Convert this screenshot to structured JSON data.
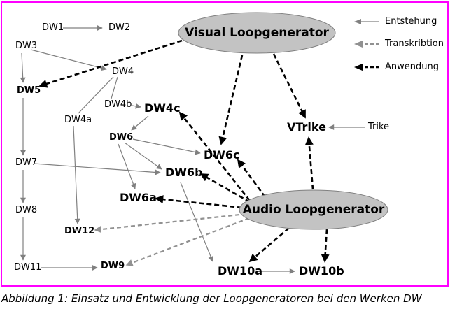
{
  "caption": "Abbildung 1: Einsatz und Entwicklung der Loopgeneratoren bei den Werken DW",
  "legend": {
    "entstehung_label": "Entstehung",
    "transkribtion_label": "Transkribtion",
    "anwendung_label": "Anwendung"
  },
  "generators": {
    "visual_label": "Visual Loopgenerator",
    "audio_label": "Audio Loopgenerator"
  },
  "nodes": {
    "dw1": "DW1",
    "dw2": "DW2",
    "dw3": "DW3",
    "dw4": "DW4",
    "dw5": "DW5",
    "dw4a": "DW4a",
    "dw4b": "DW4b",
    "dw4c": "DW4c",
    "dw6": "DW6",
    "dw6a": "DW6a",
    "dw6b": "DW6b",
    "dw6c": "DW6c",
    "dw7": "DW7",
    "dw8": "DW8",
    "dw9": "DW9",
    "dw11": "DW11",
    "dw12": "DW12",
    "dw10a": "DW10a",
    "dw10b": "DW10b",
    "vtrike": "VTrike",
    "trike": "Trike"
  },
  "colors": {
    "frame_border": "#ff00ff",
    "background": "#ffffff",
    "ellipse_fill": "#c3c3c3",
    "entstehung_gray": "#808080",
    "transkribtion_gray": "#919191",
    "anwendung_black": "#000000"
  },
  "edges": [
    {
      "from": "dw1",
      "to": "dw2",
      "type": "entstehung"
    },
    {
      "from": "dw3",
      "to": "dw4",
      "type": "entstehung"
    },
    {
      "from": "dw3",
      "to": "dw5",
      "type": "entstehung"
    },
    {
      "from": "dw4",
      "to": "dw4b",
      "type": "entstehung"
    },
    {
      "from": "dw4",
      "to": "dw4a",
      "type": "entstehung"
    },
    {
      "from": "dw4b",
      "to": "dw4c",
      "type": "entstehung"
    },
    {
      "from": "dw4c",
      "to": "dw6",
      "type": "entstehung"
    },
    {
      "from": "dw4a",
      "to": "dw12",
      "type": "entstehung"
    },
    {
      "from": "dw5",
      "to": "dw7",
      "type": "entstehung"
    },
    {
      "from": "dw7",
      "to": "dw8",
      "type": "entstehung"
    },
    {
      "from": "dw8",
      "to": "dw11",
      "type": "entstehung"
    },
    {
      "from": "dw11",
      "to": "dw9",
      "type": "entstehung"
    },
    {
      "from": "dw6",
      "to": "dw6c",
      "type": "entstehung"
    },
    {
      "from": "dw6",
      "to": "dw6b",
      "type": "entstehung"
    },
    {
      "from": "dw6",
      "to": "dw6a",
      "type": "entstehung"
    },
    {
      "from": "dw7",
      "to": "dw6b",
      "type": "entstehung"
    },
    {
      "from": "dw6b",
      "to": "dw10a",
      "type": "entstehung"
    },
    {
      "from": "dw10a",
      "to": "dw10b",
      "type": "entstehung"
    },
    {
      "from": "trike",
      "to": "vtrike",
      "type": "entstehung"
    },
    {
      "from": "audio",
      "to": "dw12",
      "type": "transkribtion"
    },
    {
      "from": "audio",
      "to": "dw9",
      "type": "transkribtion"
    },
    {
      "from": "visual",
      "to": "dw5",
      "type": "anwendung"
    },
    {
      "from": "visual",
      "to": "dw6c",
      "type": "anwendung"
    },
    {
      "from": "visual",
      "to": "vtrike",
      "type": "anwendung"
    },
    {
      "from": "audio",
      "to": "dw4c",
      "type": "anwendung"
    },
    {
      "from": "audio",
      "to": "dw6c",
      "type": "anwendung"
    },
    {
      "from": "audio",
      "to": "dw6b",
      "type": "anwendung"
    },
    {
      "from": "audio",
      "to": "dw6a",
      "type": "anwendung"
    },
    {
      "from": "audio",
      "to": "vtrike",
      "type": "anwendung"
    },
    {
      "from": "audio",
      "to": "dw10a",
      "type": "anwendung"
    },
    {
      "from": "audio",
      "to": "dw10b",
      "type": "anwendung"
    }
  ]
}
